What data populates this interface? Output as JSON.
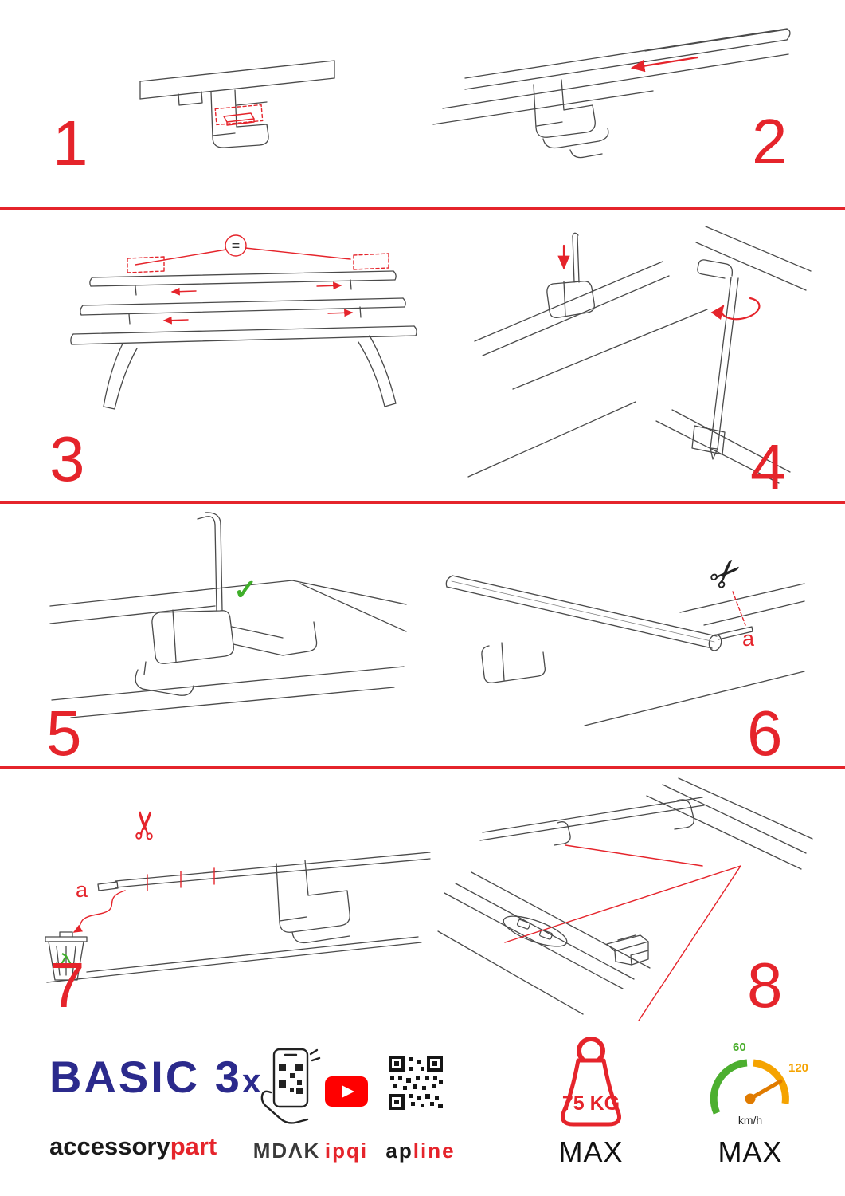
{
  "palette": {
    "accent_red": "#e5242b",
    "brand_navy": "#2b2a8c",
    "ok_green": "#3fae2a",
    "speed_green": "#4caf2f",
    "speed_orange": "#f5a300",
    "youtube_red": "#ff0000"
  },
  "steps": [
    {
      "number": "1"
    },
    {
      "number": "2"
    },
    {
      "number": "3"
    },
    {
      "number": "4"
    },
    {
      "number": "5"
    },
    {
      "number": "6"
    },
    {
      "number": "7"
    },
    {
      "number": "8"
    }
  ],
  "annotations": {
    "equal_spacing": "=",
    "cut_label": "a",
    "check_mark": "✓",
    "scissors_glyph": "✂"
  },
  "footer": {
    "product_name": "BASIC 3",
    "product_size_suffix": "x",
    "brand_name_black": "accessory",
    "brand_name_red": "part",
    "partner_qr_phone": "MDΛK",
    "partner_youtube": "ipqi",
    "partner_qr_black": "ap",
    "partner_qr_red": "line",
    "max_load": {
      "value": "75 KG",
      "label": "MAX"
    },
    "max_speed": {
      "scale_low": "60",
      "scale_high": "120",
      "unit": "km/h",
      "label": "MAX"
    }
  }
}
